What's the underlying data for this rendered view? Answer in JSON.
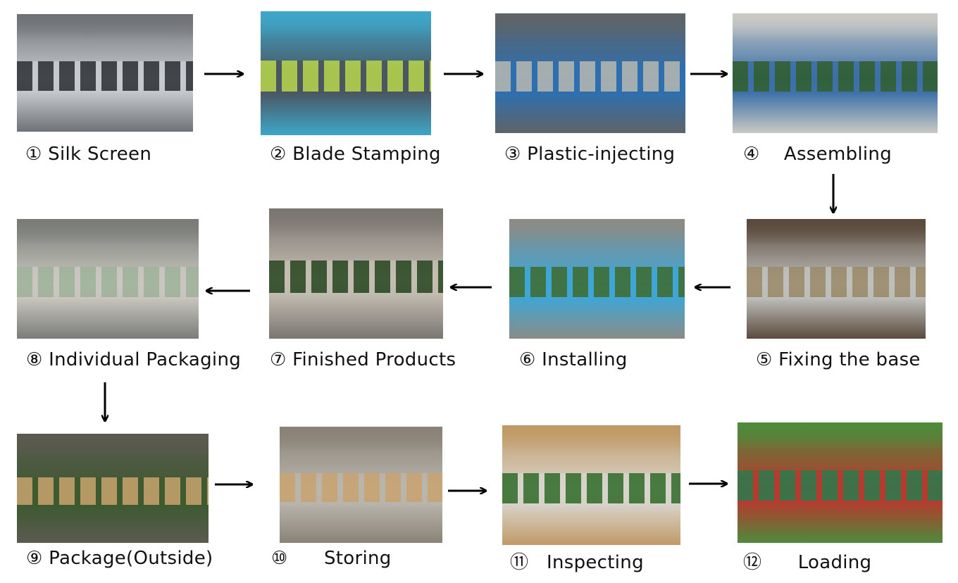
{
  "steps": [
    {
      "label": "① Silk Screen",
      "photo_colors": [
        "#6f7377",
        "#2b2e33",
        "#c7cbd0"
      ]
    },
    {
      "label": "② Blade Stamping",
      "photo_colors": [
        "#3fa6c9",
        "#b9d64a",
        "#4a5560"
      ]
    },
    {
      "label": "③ Plastic-injecting",
      "photo_colors": [
        "#5e6468",
        "#b8b8b0",
        "#2d6fb0"
      ]
    },
    {
      "label": "④    Assembling",
      "photo_colors": [
        "#c9c9c3",
        "#2f5d2a",
        "#3a6fa8"
      ]
    },
    {
      "label": "⑤ Fixing the base",
      "photo_colors": [
        "#5a4a3c",
        "#9c8a6a",
        "#bfc0bd"
      ]
    },
    {
      "label": "⑥ Installing",
      "photo_colors": [
        "#8a8c86",
        "#3d6b2e",
        "#3ea6d6"
      ]
    },
    {
      "label": "⑦ Finished Products",
      "photo_colors": [
        "#7a7670",
        "#26461f",
        "#c4bdb2"
      ]
    },
    {
      "label": "⑧ Individual Packaging",
      "photo_colors": [
        "#7a7c78",
        "#9fb39a",
        "#c9c7bf"
      ]
    },
    {
      "label": "⑨ Package(Outside)",
      "photo_colors": [
        "#5c5a50",
        "#c8a46e",
        "#3d5a30"
      ]
    },
    {
      "label": "⑩      Storing",
      "photo_colors": [
        "#8a8276",
        "#c9a370",
        "#b9b6ae"
      ]
    },
    {
      "label": "⑪   Inspecting",
      "photo_colors": [
        "#c09a66",
        "#2f6b2a",
        "#d8d4cc"
      ]
    },
    {
      "label": "⑫      Loading",
      "photo_colors": [
        "#4e8a3a",
        "#2a7a4c",
        "#b8392f"
      ]
    }
  ]
}
